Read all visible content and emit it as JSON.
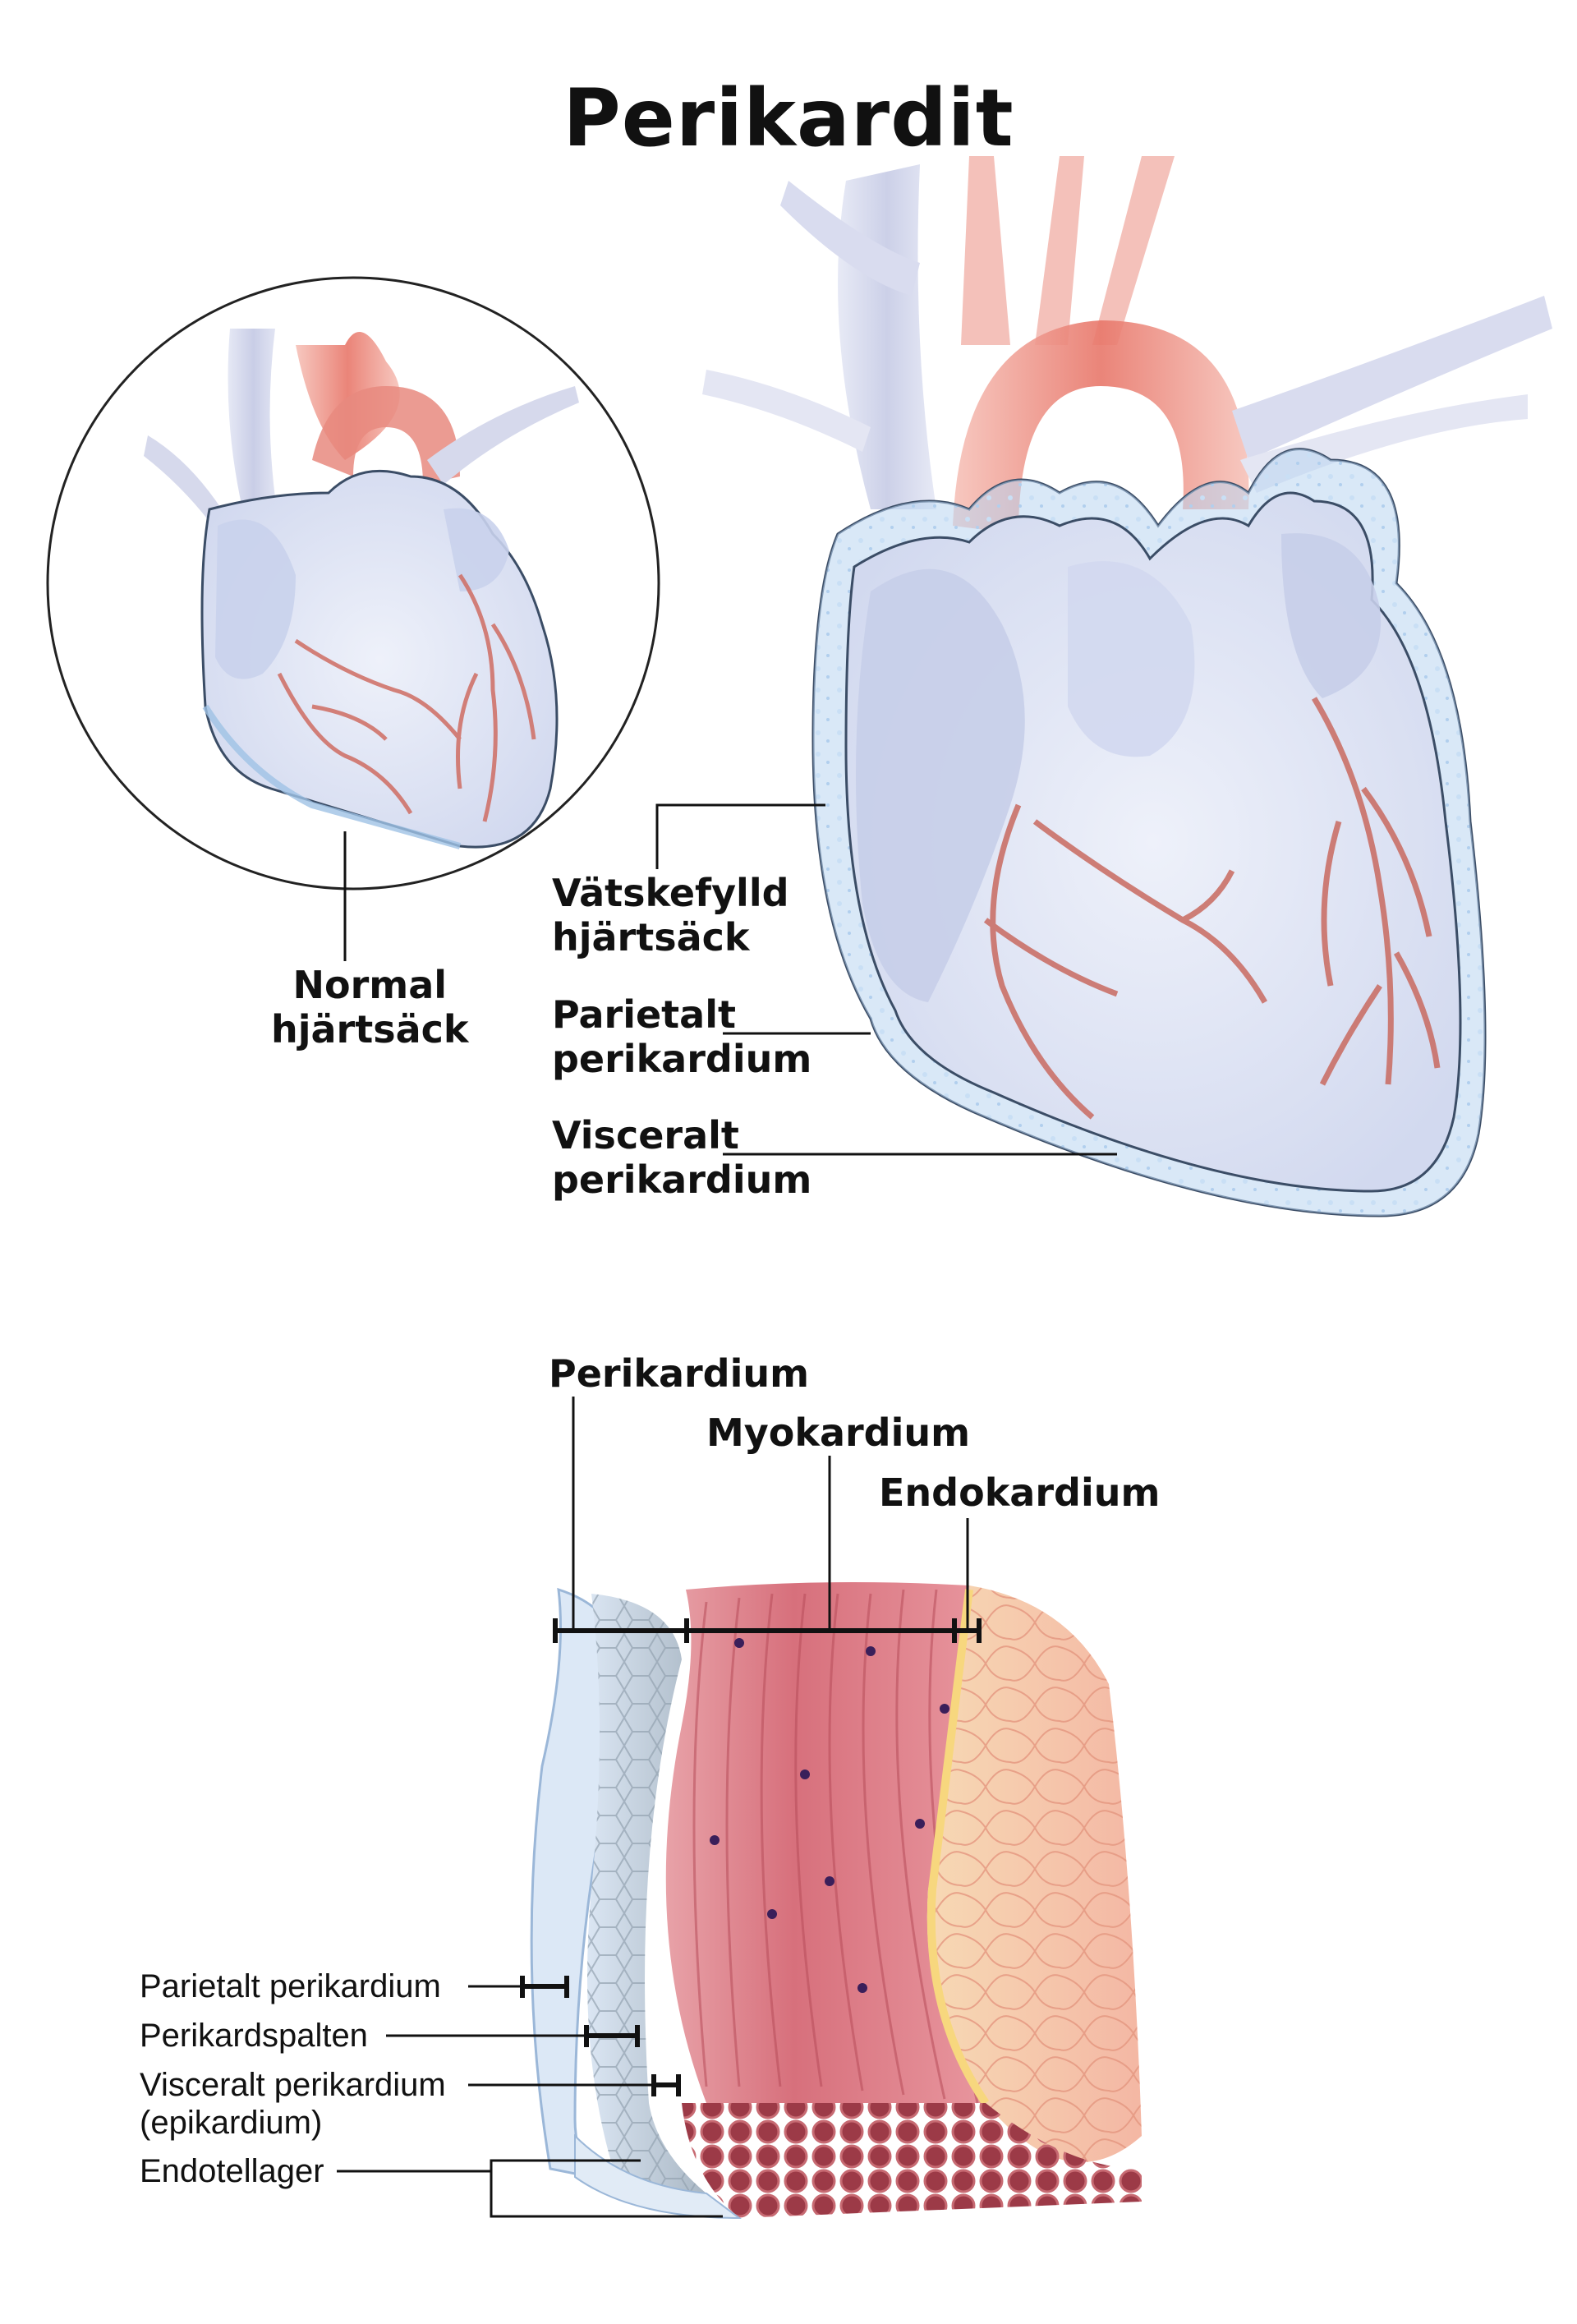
{
  "title": "Perikardit",
  "labels": {
    "normal": [
      "Normal",
      "hjärtsäck"
    ],
    "fluid_filled": [
      "Vätskefylld",
      "hjärtsäck"
    ],
    "parietal_top": [
      "Parietalt",
      "perikardium"
    ],
    "visceral_top": [
      "Visceralt",
      "perikardium"
    ],
    "pericardium": "Perikardium",
    "myocardium": "Myokardium",
    "endocardium": "Endokardium",
    "parietal_layer": "Parietalt perikardium",
    "pericardial_cavity": "Perikardspalten",
    "visceral_layer": [
      "Visceralt perikardium",
      "(epikardium)"
    ],
    "endothelial": "Endotellager"
  },
  "colors": {
    "vessel_red": "#e8776a",
    "vein_blue": "#c9cde6",
    "heart_fill": "#dde3f3",
    "sac_fluid": "#b9d6f0",
    "myocardium": "#d9707b",
    "endocardium": "#f2c39a",
    "pericardium_layer": "#b8c4cf"
  }
}
